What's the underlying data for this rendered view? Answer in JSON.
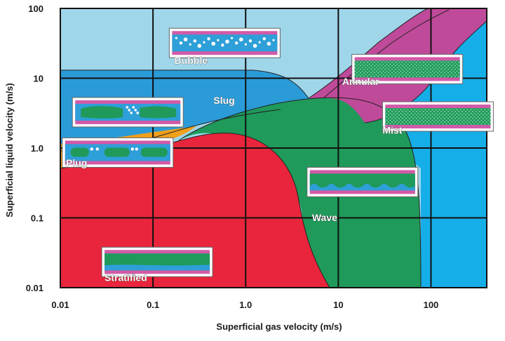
{
  "chart_data": {
    "type": "flow-regime-map",
    "title": "",
    "xlabel": "Superficial gas velocity (m/s)",
    "ylabel": "Superficial liquid velocity (m/s)",
    "x_scale": "log",
    "y_scale": "log",
    "xlim": [
      0.01,
      400
    ],
    "ylim": [
      0.01,
      100
    ],
    "x_ticks": [
      "0.01",
      "0.1",
      "1.0",
      "10",
      "100"
    ],
    "y_ticks": [
      "100",
      "10",
      "1.0",
      "0.1",
      "0.01"
    ],
    "grid": true,
    "regions": [
      {
        "name": "Bubble",
        "color": "#9fd6ea"
      },
      {
        "name": "Slug",
        "color": "#2b9bd8"
      },
      {
        "name": "Plug",
        "color": "#f0a01c"
      },
      {
        "name": "Stratified",
        "color": "#e8253c"
      },
      {
        "name": "Wave",
        "color": "#1f9a5a"
      },
      {
        "name": "Annular",
        "color": "#c04a9a"
      },
      {
        "name": "Mist",
        "color": "#16aee8"
      }
    ],
    "region_labels": [
      {
        "text": "Bubble",
        "x": 0.17,
        "y": 16
      },
      {
        "text": "Slug",
        "x": 0.45,
        "y": 4.3
      },
      {
        "text": "Plug",
        "x": 0.0115,
        "y": 0.55
      },
      {
        "text": "Stratified",
        "x": 0.03,
        "y": 0.0125
      },
      {
        "text": "Wave",
        "x": 5.2,
        "y": 0.09
      },
      {
        "text": "Annular",
        "x": 11,
        "y": 8
      },
      {
        "text": "Mist",
        "x": 30,
        "y": 1.6
      }
    ],
    "insets": [
      {
        "name": "bubble-pipe-icon",
        "x": 0.15,
        "y": 52
      },
      {
        "name": "slug-pipe-icon",
        "x": 0.0135,
        "y": 5.3
      },
      {
        "name": "plug-pipe-icon",
        "x": 0.0105,
        "y": 1.4
      },
      {
        "name": "stratified-pipe-icon",
        "x": 0.028,
        "y": 0.038
      },
      {
        "name": "wave-pipe-icon",
        "x": 4.6,
        "y": 0.53
      },
      {
        "name": "annular-pipe-icon",
        "x": 14,
        "y": 22
      },
      {
        "name": "mist-pipe-icon",
        "x": 30,
        "y": 4.6
      }
    ]
  }
}
